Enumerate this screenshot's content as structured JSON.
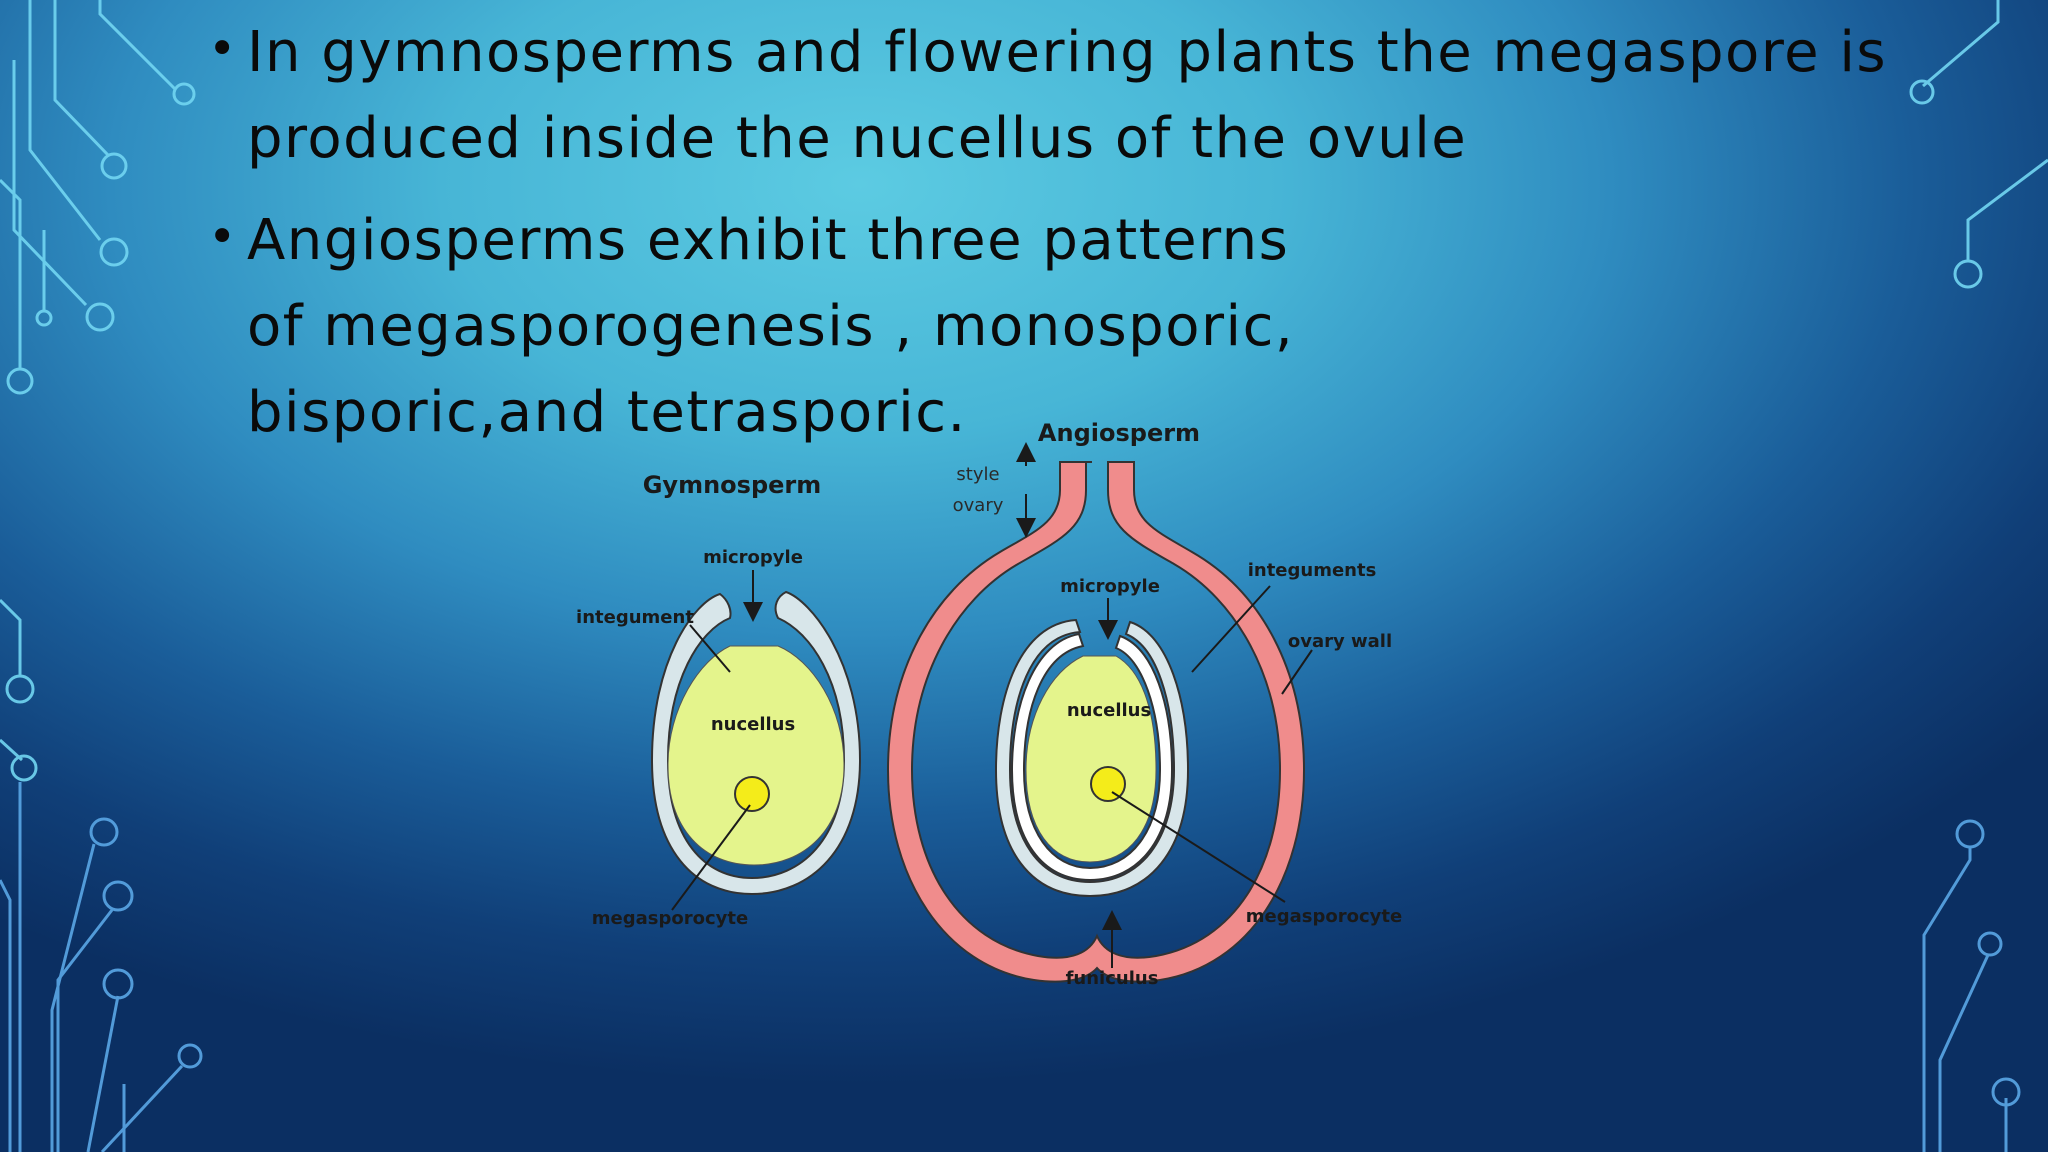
{
  "slide": {
    "bullets": [
      {
        "text": "In gymnosperms and flowering plants the megaspore is produced inside the nucellus of the ovule"
      },
      {
        "text": "Angiosperms exhibit three patterns of megasporogenesis , monosporic, bisporic,and tetrasporic."
      }
    ]
  },
  "diagram": {
    "gymnosperm": {
      "title": "Gymnosperm",
      "micropyle": "micropyle",
      "integument": "integument",
      "nucellus": "nucellus",
      "megasporocyte": "megasporocyte"
    },
    "angiosperm": {
      "title": "Angiosperm",
      "style": "style",
      "ovary": "ovary",
      "micropyle": "micropyle",
      "integuments": "integuments",
      "ovary_wall": "ovary wall",
      "nucellus": "nucellus",
      "megasporocyte": "megasporocyte",
      "funiculus": "funiculus"
    }
  },
  "colors": {
    "text": "#0a0a0a",
    "circuit_line": "#6fd3ef",
    "ovary_wall": "#f08c8c",
    "integument": "#d8e6ea",
    "nucellus": "#e4f48c",
    "megasporocyte": "#f4ec1a"
  }
}
